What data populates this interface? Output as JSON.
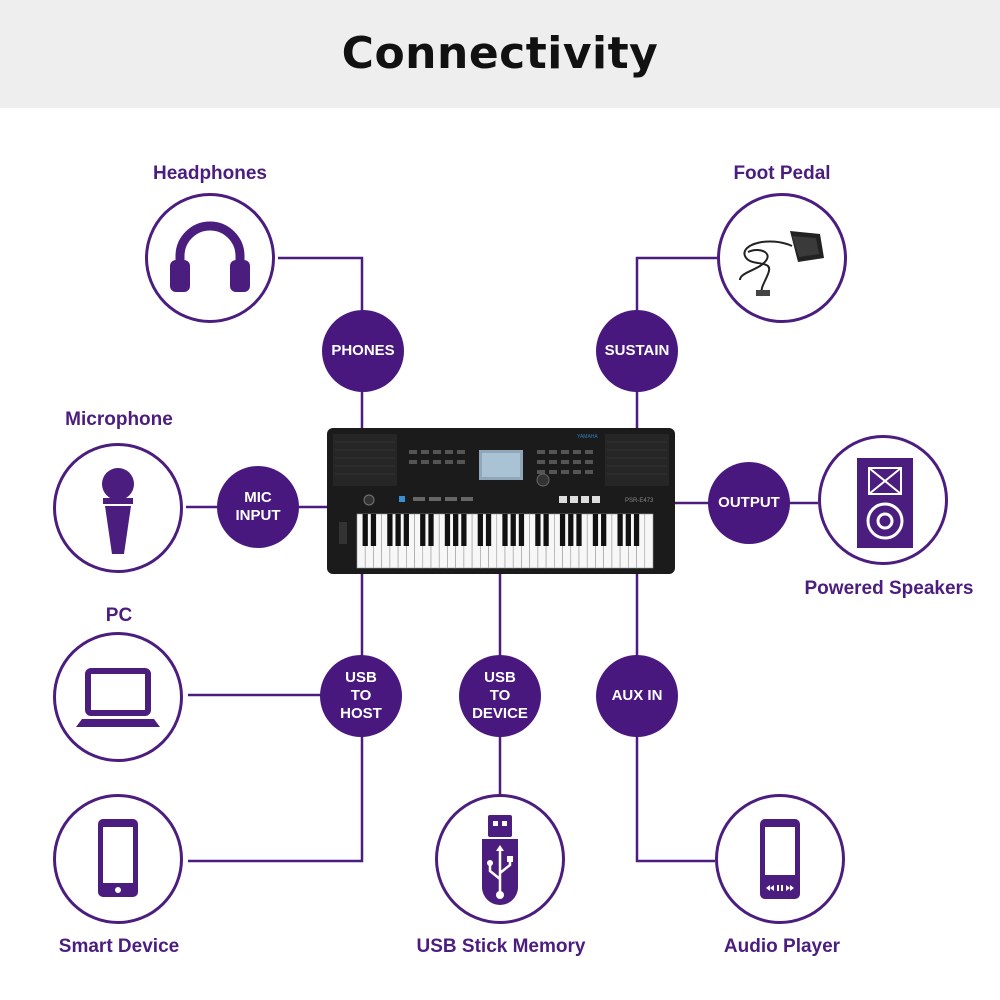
{
  "header": {
    "title": "Connectivity"
  },
  "colors": {
    "accent": "#4b1d7e",
    "header_bg": "#eeeeee"
  },
  "devices": {
    "headphones": {
      "label": "Headphones",
      "icon": "headphones-icon"
    },
    "foot_pedal": {
      "label": "Foot Pedal",
      "icon": "foot-pedal-icon"
    },
    "microphone": {
      "label": "Microphone",
      "icon": "microphone-icon"
    },
    "powered_speakers": {
      "label": "Powered Speakers",
      "icon": "speaker-icon"
    },
    "pc": {
      "label": "PC",
      "icon": "laptop-icon"
    },
    "smart_device": {
      "label": "Smart Device",
      "icon": "smartphone-icon"
    },
    "usb_stick": {
      "label": "USB Stick Memory",
      "icon": "usb-stick-icon"
    },
    "audio_player": {
      "label": "Audio Player",
      "icon": "audio-player-icon"
    }
  },
  "ports": {
    "phones": "PHONES",
    "sustain": "SUSTAIN",
    "mic_input": "MIC\nINPUT",
    "output": "OUTPUT",
    "usb_to_host": "USB\nTO\nHOST",
    "usb_to_device": "USB\nTO\nDEVICE",
    "aux_in": "AUX IN"
  },
  "keyboard": {
    "brand": "YAMAHA",
    "model": "PSR-E473"
  }
}
